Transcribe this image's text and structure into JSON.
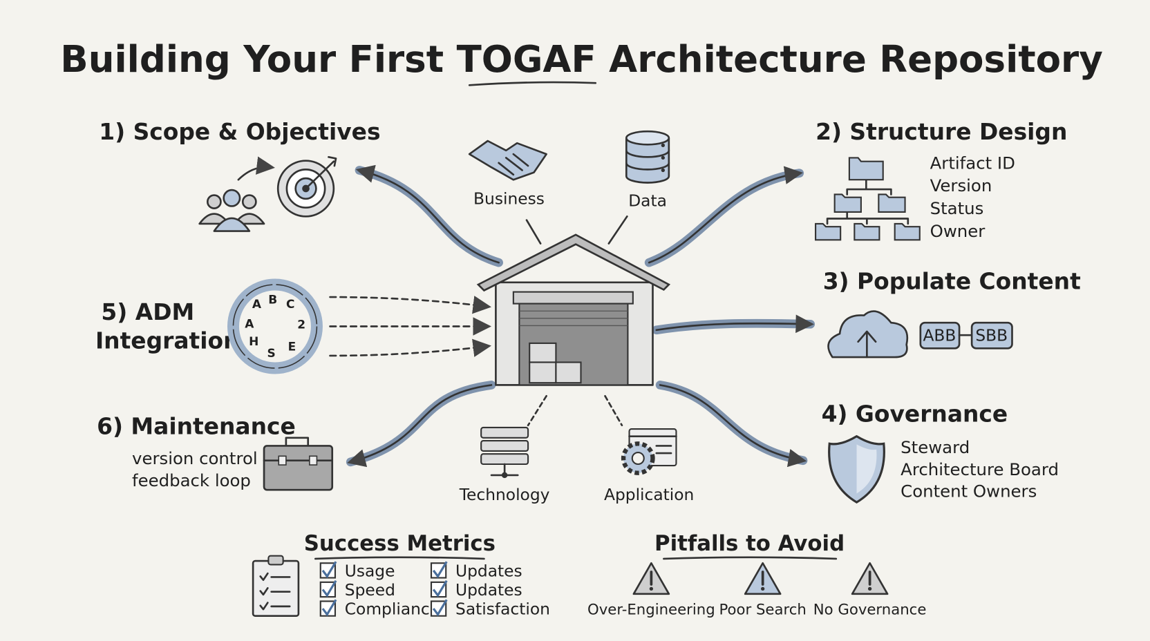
{
  "title": "Building Your First TOGAF Architecture Repository",
  "colors": {
    "background": "#f4f3ee",
    "ink": "#333333",
    "accent_blue": "#b9c9dd",
    "shade_grey": "#cfcfcf"
  },
  "center": {
    "icon": "warehouse-icon"
  },
  "domains": {
    "business": {
      "label": "Business",
      "icon": "handshake-icon"
    },
    "data": {
      "label": "Data",
      "icon": "database-icon"
    },
    "technology": {
      "label": "Technology",
      "icon": "server-icon"
    },
    "application": {
      "label": "Application",
      "icon": "app-gear-icon"
    }
  },
  "steps": {
    "scope": {
      "title": "1) Scope & Objectives",
      "icons": [
        "people-icon",
        "target-icon"
      ]
    },
    "structure": {
      "title": "2) Structure Design",
      "icon": "folder-tree-icon",
      "fields": [
        "Artifact ID",
        "Version",
        "Status",
        "Owner"
      ]
    },
    "populate": {
      "title": "3) Populate Content",
      "icon": "cloud-upload-icon",
      "blocks": [
        "ABB",
        "SBB"
      ]
    },
    "governance": {
      "title": "4) Governance",
      "icon": "shield-icon",
      "roles": [
        "Steward",
        "Architecture Board",
        "Content Owners"
      ]
    },
    "adm": {
      "title_line1": "5) ADM",
      "title_line2": "Integration",
      "icon": "cycle-icon",
      "cycle_letters": [
        "A",
        "B",
        "C",
        "2",
        "E",
        "S",
        "H",
        "A"
      ]
    },
    "maintenance": {
      "title": "6) Maintenance",
      "icon": "toolbox-icon",
      "notes": [
        "version control",
        "feedback loop"
      ]
    }
  },
  "success_metrics": {
    "title": "Success Metrics",
    "icon": "clipboard-icon",
    "items": [
      "Usage",
      "Speed",
      "Compliance",
      "Updates",
      "Updates",
      "Satisfaction"
    ]
  },
  "pitfalls": {
    "title": "Pitfalls to Avoid",
    "icon": "warning-icon",
    "items": [
      "Over-Engineering",
      "Poor Search",
      "No Governance"
    ]
  }
}
